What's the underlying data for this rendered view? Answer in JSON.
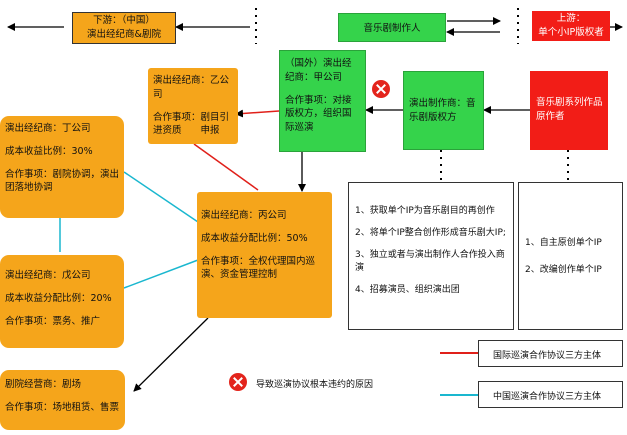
{
  "header": {
    "downstream": [
      "下游：（中国）",
      "演出经纪商&剧院"
    ],
    "producer": "音乐剧制作人",
    "upstream": [
      "上游：",
      "单个小IP版权者"
    ]
  },
  "nodes": {
    "broker_b": {
      "title": "演出经纪商：乙公司",
      "duty": "合作事项：剧目引进资质　　申报"
    },
    "broker_a": {
      "title": "（国外）演出经纪商：甲公司",
      "duty": "合作事项：对接版权方，组织国际巡演"
    },
    "production": {
      "title": "演出制作商：音乐剧版权方"
    },
    "original_author": {
      "title": "音乐剧系列作品原作者"
    },
    "broker_d": {
      "title": "演出经纪商：丁公司",
      "ratio": "成本收益比例：30%",
      "duty": "合作事项：剧院协调，演出团落地协调"
    },
    "broker_c": {
      "title": "演出经纪商：丙公司",
      "ratio": "成本收益分配比例：50%",
      "duty": "合作事项：全权代理国内巡演、资金管理控制"
    },
    "broker_e": {
      "title": "演出经纪商：戊公司",
      "ratio": "成本收益分配比例：20%",
      "duty": "合作事项：票务、推广"
    },
    "theater": {
      "title": "剧院经营商：剧场",
      "duty": "合作事项：场地租赁、售票"
    }
  },
  "producer_tasks": [
    "1、获取单个IP为音乐剧目的再创作",
    "2、将单个IP整合创作形成音乐剧大IP;",
    "3、独立或者与演出制作人合作投入商演",
    "4、招募演员、组织演出团"
  ],
  "ip_tasks": [
    "1、自主原创单个IP",
    "2、改编创作单个IP"
  ],
  "notes": {
    "breach": "导致巡演协议根本违约的原因"
  },
  "legend": {
    "red": "国际巡演合作协议三方主体",
    "cyan": "中国巡演合作协议三方主体"
  },
  "colors": {
    "orange": "#f5a51b",
    "green": "#35d34b",
    "red": "#f21d17",
    "red_line": "#e0201a",
    "cyan_line": "#1ab7cf"
  }
}
